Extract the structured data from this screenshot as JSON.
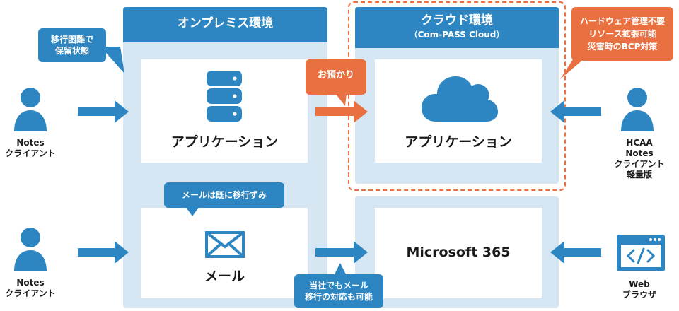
{
  "onprem": {
    "title": "オンプレミス環境",
    "app_label": "アプリケーション",
    "mail_label": "メール"
  },
  "cloud": {
    "title": "クラウド環境",
    "subtitle": "（Com-PASS Cloud）",
    "app_label": "アプリケーション"
  },
  "m365": {
    "label": "Microsoft 365"
  },
  "callouts": {
    "migration_hard_line1": "移行困難で",
    "migration_hard_line2": "保留状態",
    "deposit": "お預かり",
    "mail_migrated": "メールは既に移行ずみ",
    "benefits_line1": "ハードウェア管理不要",
    "benefits_line2": "リソース拡張可能",
    "benefits_line3": "災害時のBCP対策",
    "company_line1": "当社でもメール",
    "company_line2": "移行の対応も可能"
  },
  "clients": {
    "left_top_line1": "Notes",
    "left_top_line2": "クライアント",
    "left_bottom_line1": "Notes",
    "left_bottom_line2": "クライアント",
    "right_top_line1": "HCAA",
    "right_top_line2": "Notes",
    "right_top_line3": "クライアント",
    "right_top_line4": "軽量版",
    "web_line1": "Web",
    "web_line2": "ブラウザ"
  },
  "colors": {
    "blue": "#2d86c2",
    "light_blue": "#d6e6f3",
    "orange": "#e97040"
  }
}
